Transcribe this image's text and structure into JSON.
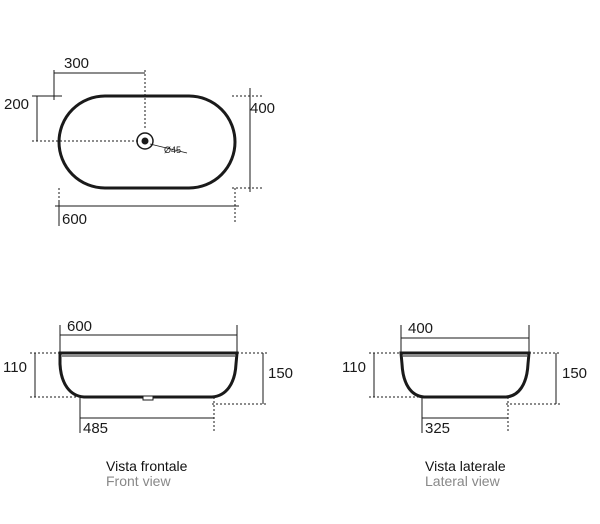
{
  "top_view": {
    "width_label": "600",
    "depth_label": "400",
    "drain_offset_label": "300",
    "drain_depth_offset_label": "200",
    "drain_diameter_label": "Ø45"
  },
  "front_view": {
    "width_label": "600",
    "bottom_width_label": "485",
    "inner_height_label": "110",
    "outer_height_label": "150",
    "caption_it": "Vista frontale",
    "caption_en": "Front view"
  },
  "lateral_view": {
    "width_label": "400",
    "bottom_width_label": "325",
    "inner_height_label": "110",
    "outer_height_label": "150",
    "caption_it": "Vista laterale",
    "caption_en": "Lateral view"
  },
  "colors": {
    "line": "#1a1a1a",
    "caption_en": "#888888"
  }
}
